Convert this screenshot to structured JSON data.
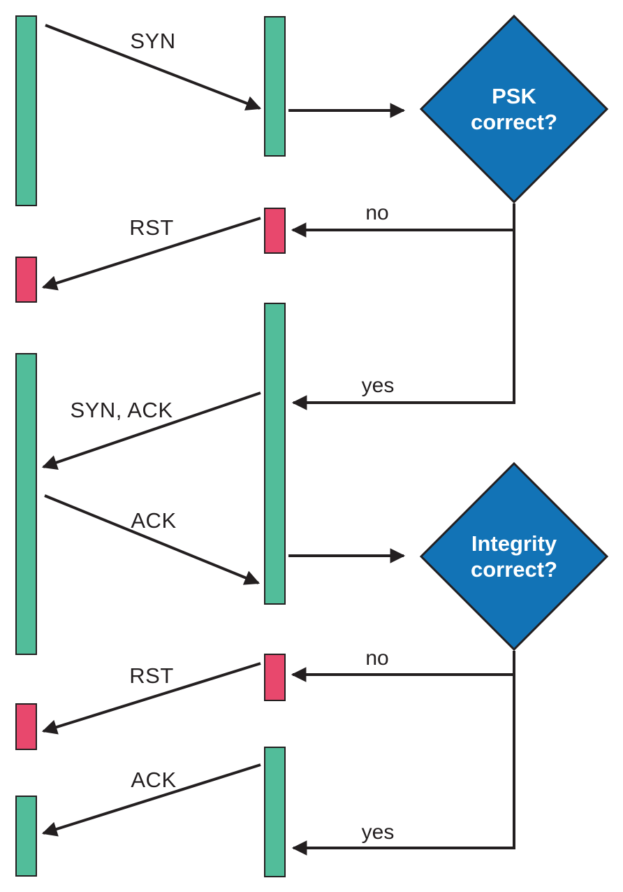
{
  "colors": {
    "bar_green": "#52BD9A",
    "bar_red": "#E8486D",
    "diamond_blue": "#1273B6",
    "line_black": "#231F20",
    "diamond_text": "#FFFFFF",
    "background": "#FFFFFF"
  },
  "decisions": {
    "psk": {
      "label": "PSK correct?"
    },
    "integrity": {
      "label": "Integrity correct?"
    }
  },
  "messages": {
    "syn": "SYN",
    "rst_psk": "RST",
    "syn_ack": "SYN, ACK",
    "ack_handshake": "ACK",
    "rst_integrity": "RST",
    "ack_final": "ACK"
  },
  "branches": {
    "psk_no": "no",
    "psk_yes": "yes",
    "integrity_no": "no",
    "integrity_yes": "yes"
  }
}
